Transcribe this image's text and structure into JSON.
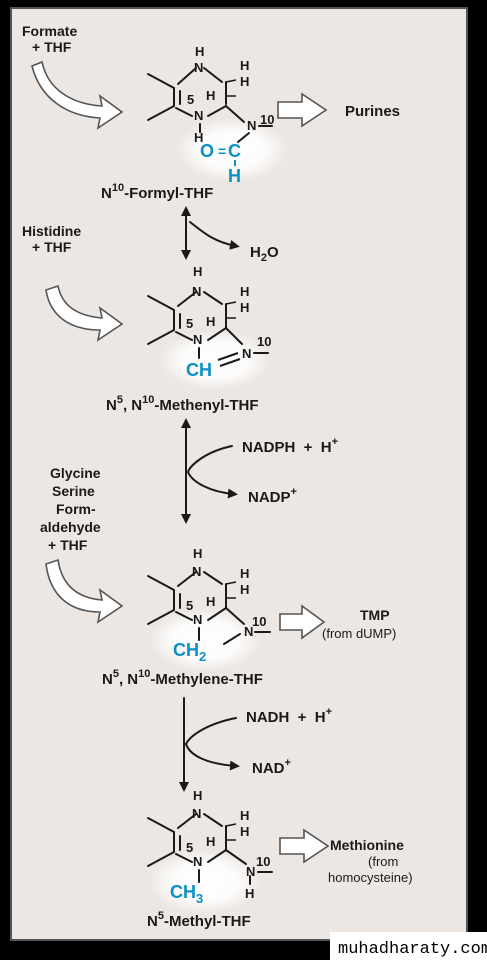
{
  "inputs": {
    "formate": [
      "Formate",
      "+ THF"
    ],
    "histidine": [
      "Histidine",
      "+ THF"
    ],
    "glycine": [
      "Glycine",
      "Serine",
      "Form-",
      "aldehyde",
      "+ THF"
    ]
  },
  "ring_atoms": {
    "H": "H",
    "N": "N",
    "n5": "5",
    "n10": "10"
  },
  "compounds": {
    "formyl": {
      "sup": "10",
      "pre": "N",
      "post": "-Formyl-THF",
      "group": [
        "O",
        "=",
        "C",
        "H"
      ]
    },
    "methenyl": {
      "pre": "N",
      "sup1": "5",
      "mid": ", N",
      "sup2": "10",
      "post": "-Methenyl-THF",
      "group": "CH"
    },
    "methylene": {
      "pre": "N",
      "sup1": "5",
      "mid": ", N",
      "sup2": "10",
      "post": "-Methylene-THF",
      "group": "CH",
      "group_sub": "2"
    },
    "methyl": {
      "pre": "N",
      "sup1": "5",
      "post": "-Methyl-THF",
      "group": "CH",
      "group_sub": "3"
    }
  },
  "products": {
    "purines": "Purines",
    "tmp": [
      "TMP",
      "(from dUMP)"
    ],
    "methionine": [
      "Methionine",
      "(from",
      "homocysteine)"
    ]
  },
  "reactions": {
    "h2o": {
      "pre": "H",
      "sub": "2",
      "post": "O"
    },
    "nadph": {
      "text": "NADPH  +  H",
      "sup": "+"
    },
    "nadp": {
      "text": "NADP",
      "sup": "+"
    },
    "nadh": {
      "text": "NADH  +  H",
      "sup": "+"
    },
    "nad": {
      "text": "NAD",
      "sup": "+"
    }
  },
  "watermark": "muhadharaty.com",
  "colors": {
    "panel": "#ece7e2",
    "blue": "#0a8fc7",
    "border": "#555555",
    "background": "#000000"
  }
}
